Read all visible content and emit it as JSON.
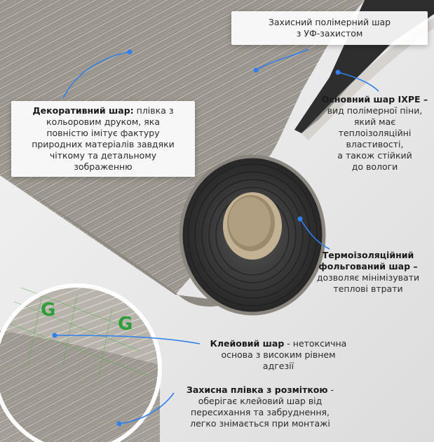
{
  "callouts": {
    "uv": {
      "title": "Захисний полімерний шар",
      "subtitle": "з УФ-захистом"
    },
    "decor": {
      "title": "Декоративний шар:",
      "lines": [
        "плівка з",
        "кольоровим друком, яка",
        "повністю імітує фактуру",
        "природних матеріалів завдяки",
        "чіткому та детальному",
        "зображенню"
      ]
    },
    "ixpe": {
      "title": "Основний шар IXPE –",
      "lines": [
        "вид полімерної піни,",
        "який має",
        "теплоізоляційні",
        "властивості,",
        "а також стійкий",
        "до вологи"
      ]
    },
    "thermo": {
      "title_lines": [
        "Термоізоляційний",
        "фольгований шар –"
      ],
      "lines": [
        "дозволяє мінімізувати",
        "теплові втрати"
      ]
    },
    "adhesive": {
      "title": "Клейовий шар",
      "title_suffix": " - нетоксична",
      "lines": [
        "основа з високим рівнем",
        "адгезії"
      ]
    },
    "film": {
      "title": "Захисна плівка з розміткою",
      "title_suffix": " -",
      "lines": [
        "оберігає клейовий шар від",
        "пересихання та забруднення,",
        "легко знімається при монтажі"
      ]
    }
  },
  "colors": {
    "accent": "#2f80ed",
    "wood": "#9a958c",
    "foam": "#3a3a3a",
    "core": "#b8a68a"
  }
}
